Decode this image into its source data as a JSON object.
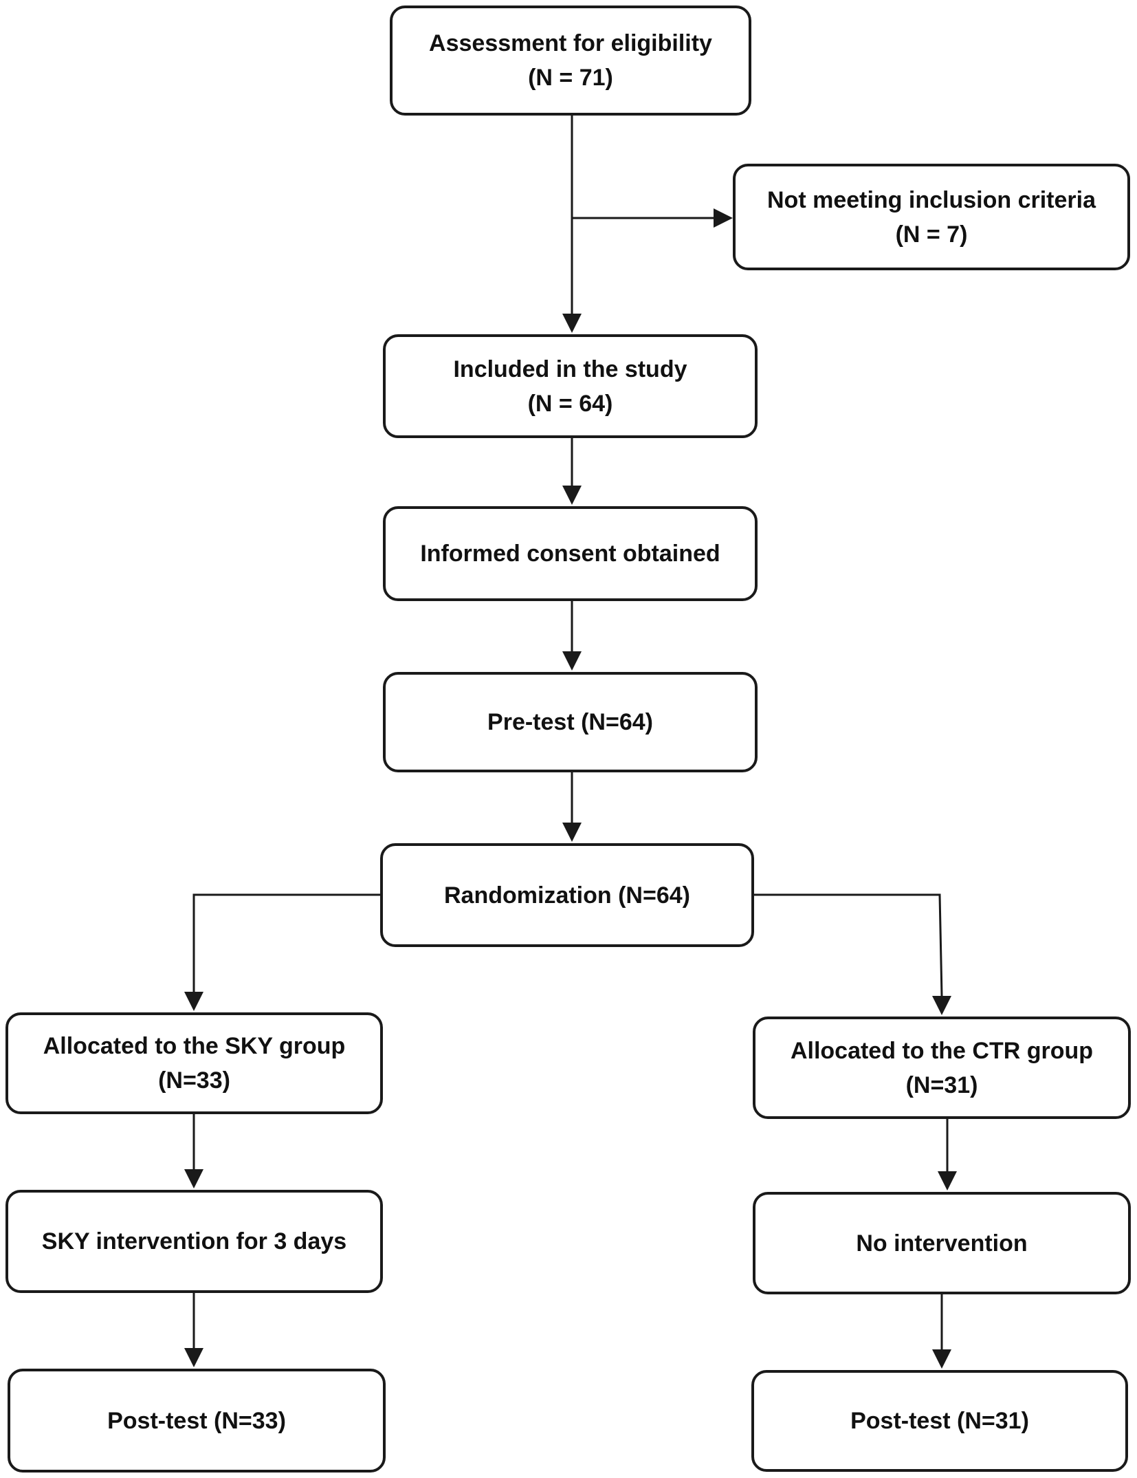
{
  "diagram": {
    "nodes": {
      "assessment": {
        "label": "Assessment for eligibility",
        "count": "(N = 71)"
      },
      "not_meeting": {
        "label": "Not meeting inclusion criteria",
        "count": "(N = 7)"
      },
      "included": {
        "label": "Included in the study",
        "count": "(N = 64)"
      },
      "consent": {
        "label": "Informed consent obtained"
      },
      "pretest": {
        "label": "Pre-test (N=64)"
      },
      "randomization": {
        "label": "Randomization (N=64)"
      },
      "sky_group": {
        "label": "Allocated to the SKY group",
        "count": "(N=33)"
      },
      "ctr_group": {
        "label": "Allocated to the CTR group",
        "count": "(N=31)"
      },
      "sky_intervention": {
        "label": "SKY intervention for 3 days"
      },
      "no_intervention": {
        "label": "No intervention"
      },
      "post_sky": {
        "label": "Post-test (N=33)"
      },
      "post_ctr": {
        "label": "Post-test (N=31)"
      }
    },
    "edges": [
      {
        "from": "assessment",
        "to": "included"
      },
      {
        "from": "assessment",
        "to": "not_meeting"
      },
      {
        "from": "included",
        "to": "consent"
      },
      {
        "from": "consent",
        "to": "pretest"
      },
      {
        "from": "pretest",
        "to": "randomization"
      },
      {
        "from": "randomization",
        "to": "sky_group"
      },
      {
        "from": "randomization",
        "to": "ctr_group"
      },
      {
        "from": "sky_group",
        "to": "sky_intervention"
      },
      {
        "from": "ctr_group",
        "to": "no_intervention"
      },
      {
        "from": "sky_intervention",
        "to": "post_sky"
      },
      {
        "from": "no_intervention",
        "to": "post_ctr"
      }
    ],
    "colors": {
      "stroke": "#1a1a1a",
      "background": "#ffffff",
      "text": "#111111"
    }
  }
}
